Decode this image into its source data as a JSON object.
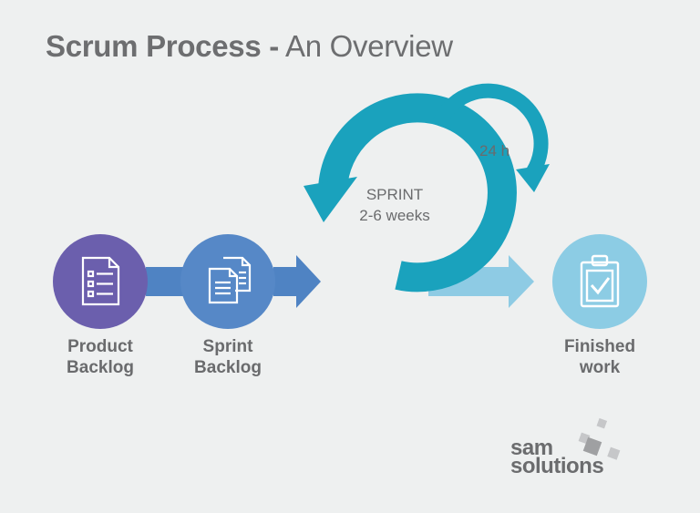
{
  "title": {
    "bold": "Scrum Process -",
    "light": "An Overview"
  },
  "sprint": {
    "label": "SPRINT",
    "duration": "2-6 weeks"
  },
  "daily": {
    "label": "24 h"
  },
  "steps": [
    {
      "line1": "Product",
      "line2": "Backlog",
      "icon": "document-list-icon",
      "color": "#6b5fad"
    },
    {
      "line1": "Sprint",
      "line2": "Backlog",
      "icon": "documents-icon",
      "color": "#5688c7"
    },
    {
      "line1": "Finished",
      "line2": "work",
      "icon": "clipboard-check-icon",
      "color": "#8ccce4"
    }
  ],
  "logo": {
    "line1": "sam",
    "line2": "solutions"
  },
  "colors": {
    "background": "#eef0f0",
    "cycle": "#1aa2bd",
    "arrow_dark": "#4f83c3",
    "arrow_light": "#8ecbe4",
    "text": "#6d6e70"
  }
}
